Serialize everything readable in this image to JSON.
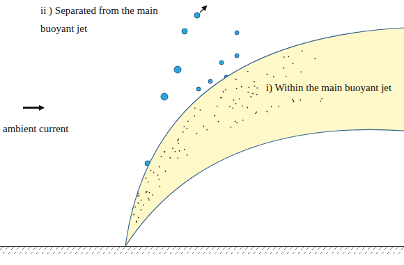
{
  "diagram": {
    "nodes": [
      {
        "text": [
          "i) Within the main buoyant jet"
        ]
      }
    ],
    "labels": [
      "ii ) Separated from the main buoyant jet",
      "ambient current"
    ]
  }
}
